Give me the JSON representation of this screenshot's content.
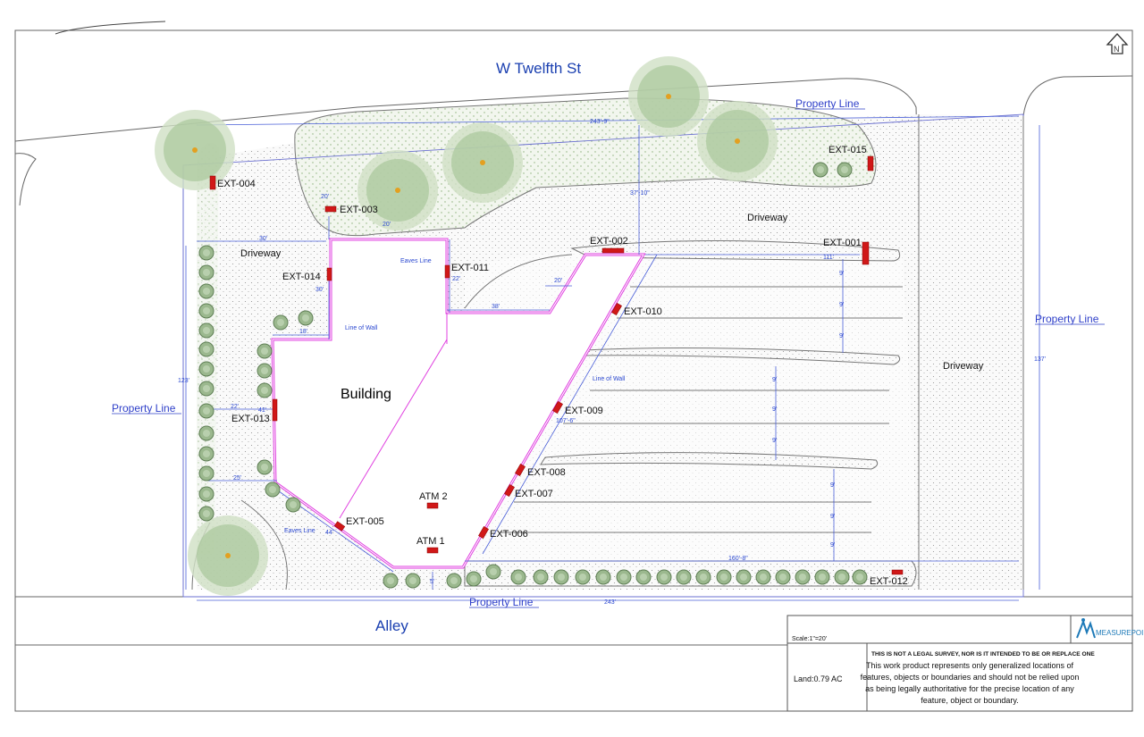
{
  "streets": {
    "north": "W Twelfth St",
    "south": "Alley"
  },
  "property_line": "Property Line",
  "driveway": "Driveway",
  "building": "Building",
  "eaves_line": "Eaves Line",
  "line_of_wall": "Line of Wall",
  "markers": [
    {
      "id": "EXT-001"
    },
    {
      "id": "EXT-002"
    },
    {
      "id": "EXT-003"
    },
    {
      "id": "EXT-004"
    },
    {
      "id": "EXT-005"
    },
    {
      "id": "EXT-006"
    },
    {
      "id": "EXT-007"
    },
    {
      "id": "EXT-008"
    },
    {
      "id": "EXT-009"
    },
    {
      "id": "EXT-010"
    },
    {
      "id": "EXT-011"
    },
    {
      "id": "EXT-012"
    },
    {
      "id": "EXT-013"
    },
    {
      "id": "EXT-014"
    },
    {
      "id": "EXT-015"
    },
    {
      "id": "ATM 1"
    },
    {
      "id": "ATM 2"
    }
  ],
  "dimensions": {
    "top": "243'-9\"",
    "bottom": "243'",
    "right": "137'",
    "left": "123'",
    "d1": "37'-10\"",
    "d2": "111'",
    "d3": "30'",
    "d4": "20'",
    "d5": "38'",
    "d6": "20'",
    "d7": "30'",
    "d8": "18'",
    "d9": "22'",
    "d10": "41'",
    "d11": "25'",
    "d12": "44'",
    "d13": "107'-6\"",
    "d14": "160'-8\"",
    "d15": "5'",
    "d16": "22'",
    "d17": "9'",
    "d18": "20'"
  },
  "title_block": {
    "scale": "Scale:1\"=20'",
    "land": "Land:0.79 AC",
    "disclaimer_title": "THIS IS NOT A LEGAL SURVEY, NOR IS IT INTENDED TO BE OR REPLACE ONE",
    "disclaimer_lines": [
      "This work product represents only generalized locations of",
      "features, objects or boundaries and should not be relied upon",
      "as being legally authoritative for the precise location of any",
      "feature, object or boundary."
    ],
    "logo": "MEASUREPOINT"
  },
  "colors": {
    "label_blue": "#1a3fb0",
    "wall_magenta": "#e040e0",
    "marker_red": "#d01818",
    "tree_green": "#7fa86a"
  }
}
